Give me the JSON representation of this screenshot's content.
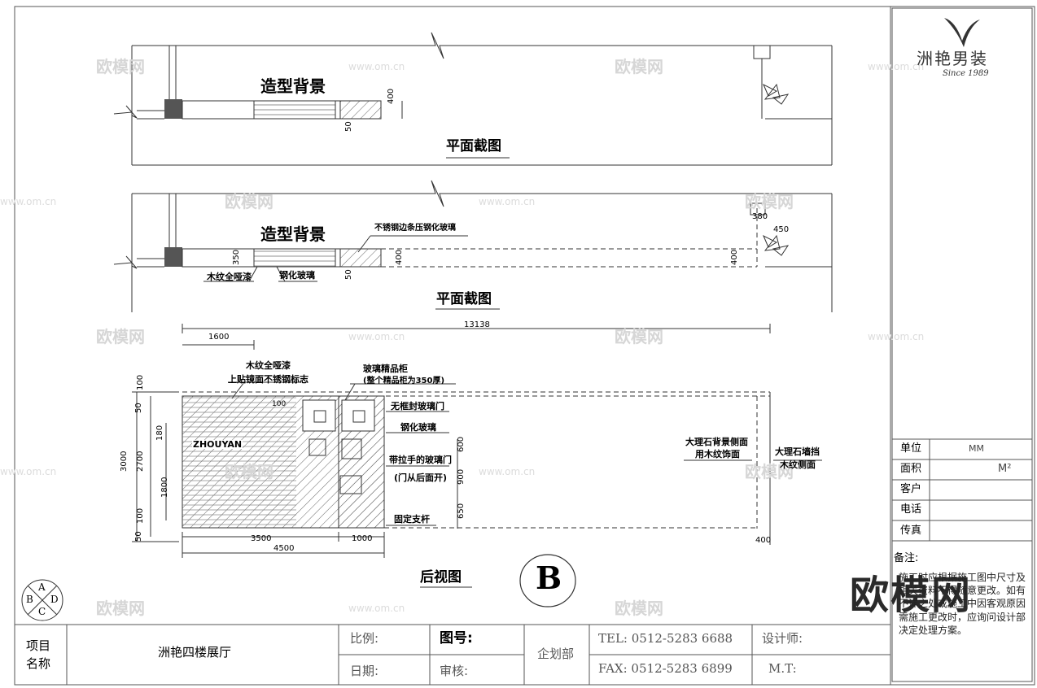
{
  "logo": {
    "cn": "洲艳男装",
    "since": "Since 1989"
  },
  "plan1": {
    "label_zaoxing": "造型背景",
    "title": "平面截图",
    "dim_400": "400",
    "dim_50": "50"
  },
  "plan2": {
    "label_zaoxing": "造型背景",
    "title": "平面截图",
    "callout_steel_edge": "不锈钢边条压钢化玻璃",
    "callout_wood": "木纹全哑漆",
    "callout_glass": "钢化玻璃",
    "dim_350": "350",
    "dim_50": "50",
    "dim_400a": "400",
    "dim_400b": "400",
    "dim_380": "380",
    "dim_450": "450"
  },
  "elevation": {
    "title": "后视图",
    "total_width": "13138",
    "dim_1600": "1600",
    "dim_3500": "3500",
    "dim_1000": "1000",
    "dim_4500": "4500",
    "dim_400": "400",
    "dim_100_top": "100",
    "v_dims": [
      "100",
      "50",
      "3000",
      "2700",
      "180",
      "1800",
      "100",
      "50"
    ],
    "right_dims": [
      "600",
      "900",
      "650"
    ],
    "brand": "ZHOUYAN",
    "callout_wood": "木纹全哑漆",
    "callout_logo": "上贴镜面不锈钢标志",
    "callout_cabinet": "玻璃精品柜",
    "callout_cabinet_note": "(整个精品柜为350厚)",
    "callout_frameless": "无框封玻璃门",
    "callout_tempered": "钢化玻璃",
    "callout_pull": "带拉手的玻璃门",
    "callout_pull_note": "(门从后面开)",
    "callout_fixed": "固定支杆",
    "callout_marble_bg": "大理石背景侧面",
    "callout_marble_bg2": "用木纹饰面",
    "callout_marble_side": "大理石墙挡",
    "callout_marble_side2": "木纹侧面",
    "section_mark": "B",
    "compass": [
      "A",
      "B",
      "C",
      "D"
    ]
  },
  "info_table": [
    {
      "label": "单位",
      "value": "MM"
    },
    {
      "label": "面积",
      "value": "M²"
    },
    {
      "label": "客户",
      "value": ""
    },
    {
      "label": "电话",
      "value": ""
    },
    {
      "label": "传真",
      "value": ""
    }
  ],
  "notes": {
    "title": "备注:",
    "body": "施工时应根据施工图中尺寸及相关资料不得随意更改。如有不详之处或施工中因客观原因需施工更改时，应询问设计部决定处理方案。"
  },
  "footer": {
    "project_label": "项目\n名称",
    "project_name": "洲艳四楼展厅",
    "scale_label": "比例:",
    "date_label": "日期:",
    "drawing_no_label": "图号:",
    "review_label": "审核:",
    "dept": "企划部",
    "tel": "TEL: 0512-5283 6688",
    "fax": "FAX: 0512-5283 6899",
    "designer_label": "设计师:",
    "mt_label": "M.T:"
  },
  "watermark": {
    "cn": "欧模网",
    "url": "www.om.cn",
    "big": "欧模网"
  }
}
